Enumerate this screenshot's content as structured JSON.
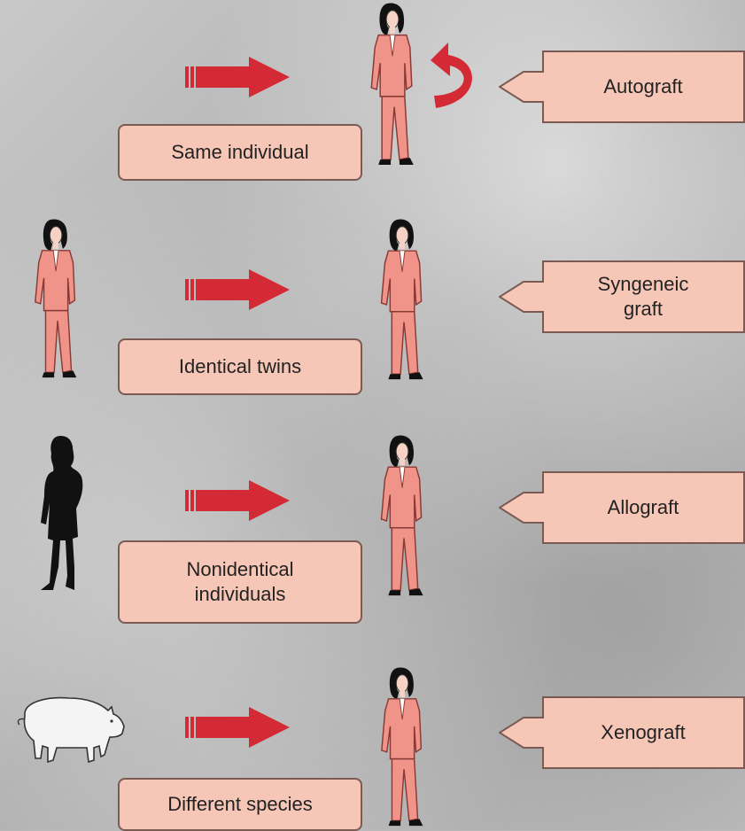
{
  "rows": [
    {
      "source_label": "Same individual",
      "graft_type": "Autograft"
    },
    {
      "source_label": "Identical twins",
      "graft_type": "Syngeneic\ngraft"
    },
    {
      "source_label": "Nonidentical\nindividuals",
      "graft_type": "Allograft"
    },
    {
      "source_label": "Different species",
      "graft_type": "Xenograft"
    }
  ],
  "colors": {
    "box_fill": "#f6c6b6",
    "box_border": "#7a5a52",
    "arrow_red": "#d42a36",
    "figure_pink": "#f0948a",
    "donor_silhouette": "#111111"
  }
}
